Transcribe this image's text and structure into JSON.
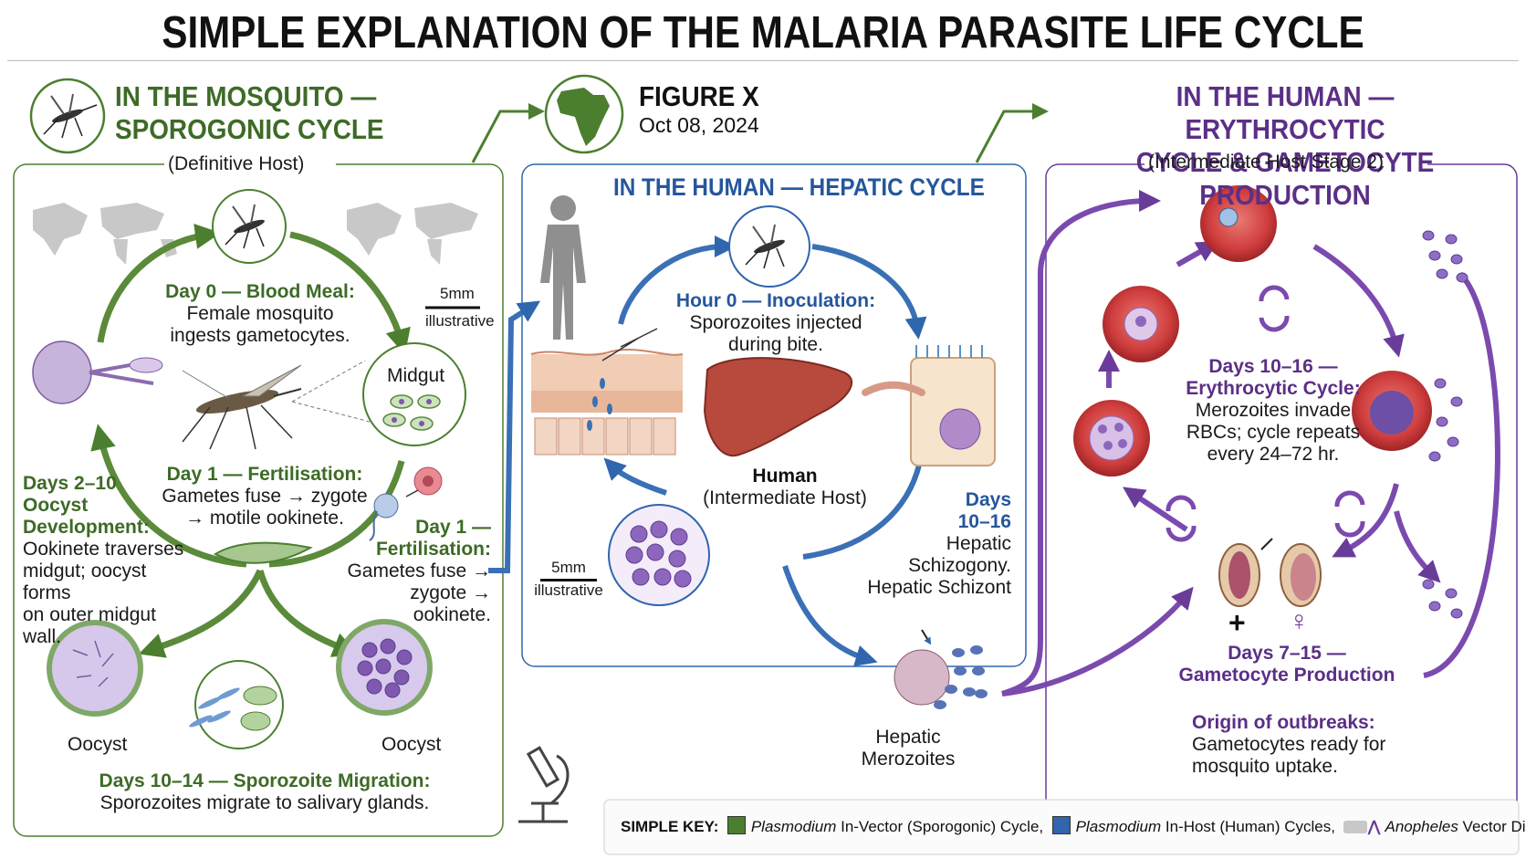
{
  "title": "SIMPLE EXPLANATION OF THE MALARIA PARASITE LIFE CYCLE",
  "colors": {
    "green": "#4b7f2f",
    "blue": "#2f66ad",
    "purple": "#6a3c9a",
    "rbc": "#c9393b"
  },
  "mosquito_panel": {
    "heading_line1": "IN THE MOSQUITO —",
    "heading_line2": "SPOROGONIC CYCLE",
    "subtitle": "(Definitive Host)",
    "scale_value": "5mm",
    "scale_label": "illustrative",
    "day0_title": "Day 0 — Blood Meal:",
    "day0_text1": "Female mosquito",
    "day0_text2": "ingests gametocytes.",
    "midgut_label": "Midgut",
    "fert_title": "Day 1 — Fertilisation:",
    "fert_text1": "Gametes fuse → zygote",
    "fert_text2": "→ motile ookinete.",
    "oocyst_title1": "Days 2–10",
    "oocyst_title2": "Oocyst",
    "oocyst_title3": "Development:",
    "oocyst_text1": "Ookinete traverses",
    "oocyst_text2": "midgut; oocyst forms",
    "oocyst_text3": "on outer midgut wall.",
    "fert2_title1": "Day 1 —",
    "fert2_title2": "Fertilisation:",
    "fert2_text1": "Gametes fuse →",
    "fert2_text2": "zygote → ookinete.",
    "oocyst_left": "Oocyst",
    "oocyst_right": "Oocyst",
    "spz_title": "Days 10–14 — Sporozoite Migration:",
    "spz_text": "Sporozoites migrate to salivary glands."
  },
  "figure": {
    "label": "FIGURE X",
    "date": "Oct 08, 2024"
  },
  "hepatic_panel": {
    "heading": "IN THE HUMAN — HEPATIC CYCLE",
    "inoc_title": "Hour 0 — Inoculation:",
    "inoc_text1": "Sporozoites injected",
    "inoc_text2": "during bite.",
    "human_label": "Human",
    "human_sub": "(Intermediate Host)",
    "days_title1": "Days",
    "days_title2": "10–16",
    "days_text1": "Hepatic",
    "days_text2": "Schizogony.",
    "schizont_label": "Hepatic Schizont",
    "merozoite_label1": "Hepatic",
    "merozoite_label2": "Merozoites",
    "scale_value": "5mm",
    "scale_label": "illustrative"
  },
  "erythro_panel": {
    "heading_line1": "IN THE HUMAN — ERYTHROCYTIC",
    "heading_line2": "CYCLE & GAMETOCYTE PRODUCTION",
    "subtitle": "(Intermediate Host Stage 2)",
    "cycle_title1": "Days 10–16 —",
    "cycle_title2": "Erythrocytic Cycle:",
    "cycle_text1": "Merozoites invade",
    "cycle_text2": "RBCs; cycle repeats",
    "cycle_text3": "every 24–72 hr.",
    "male_symbol": "+",
    "female_symbol": "♀",
    "gam_title1": "Days 7–15 —",
    "gam_title2": "Gametocyte Production",
    "origin_title": "Origin of outbreaks:",
    "origin_text1": "Gametocytes ready for",
    "origin_text2": "mosquito uptake."
  },
  "key": {
    "label": "SIMPLE KEY:",
    "item1_em": "Plasmodium",
    "item1_rest": " In-Vector (Sporogonic) Cycle,",
    "item2_em": "Plasmodium",
    "item2_rest": " In-Host (Human) Cycles,",
    "item3_em": "Anopheles",
    "item3_rest": " Vector Distribution"
  },
  "icons": [
    "mosquito-icon",
    "africa-map-icon",
    "world-map-icon",
    "microscope-icon",
    "human-silhouette-icon",
    "liver-icon",
    "cycle-arrows-icon"
  ]
}
